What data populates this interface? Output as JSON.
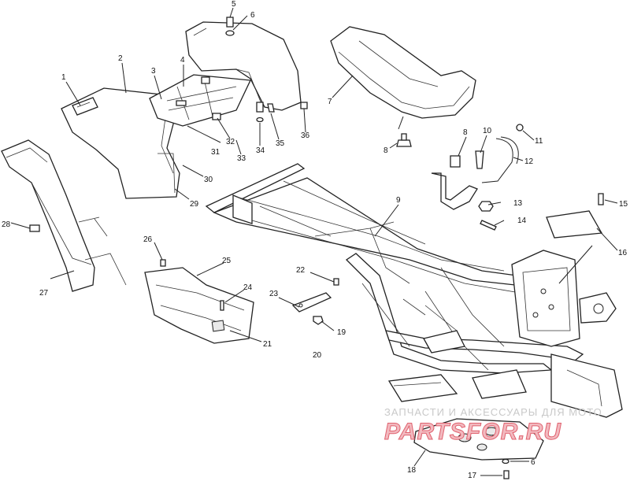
{
  "diagram": {
    "callouts": [
      "1",
      "2",
      "3",
      "4",
      "5",
      "6",
      "7",
      "8",
      "9",
      "10",
      "11",
      "12",
      "13",
      "14",
      "15",
      "16",
      "17",
      "18",
      "19",
      "20",
      "21",
      "22",
      "23",
      "24",
      "25",
      "26",
      "27",
      "28",
      "29",
      "30",
      "31",
      "32",
      "33",
      "34",
      "35",
      "36"
    ],
    "watermark": {
      "caption": "ЗАПЧАСТИ И АКСЕССУАРЫ ДЛЯ МОТО",
      "logo_text": "PARTSFOR.RU"
    }
  }
}
